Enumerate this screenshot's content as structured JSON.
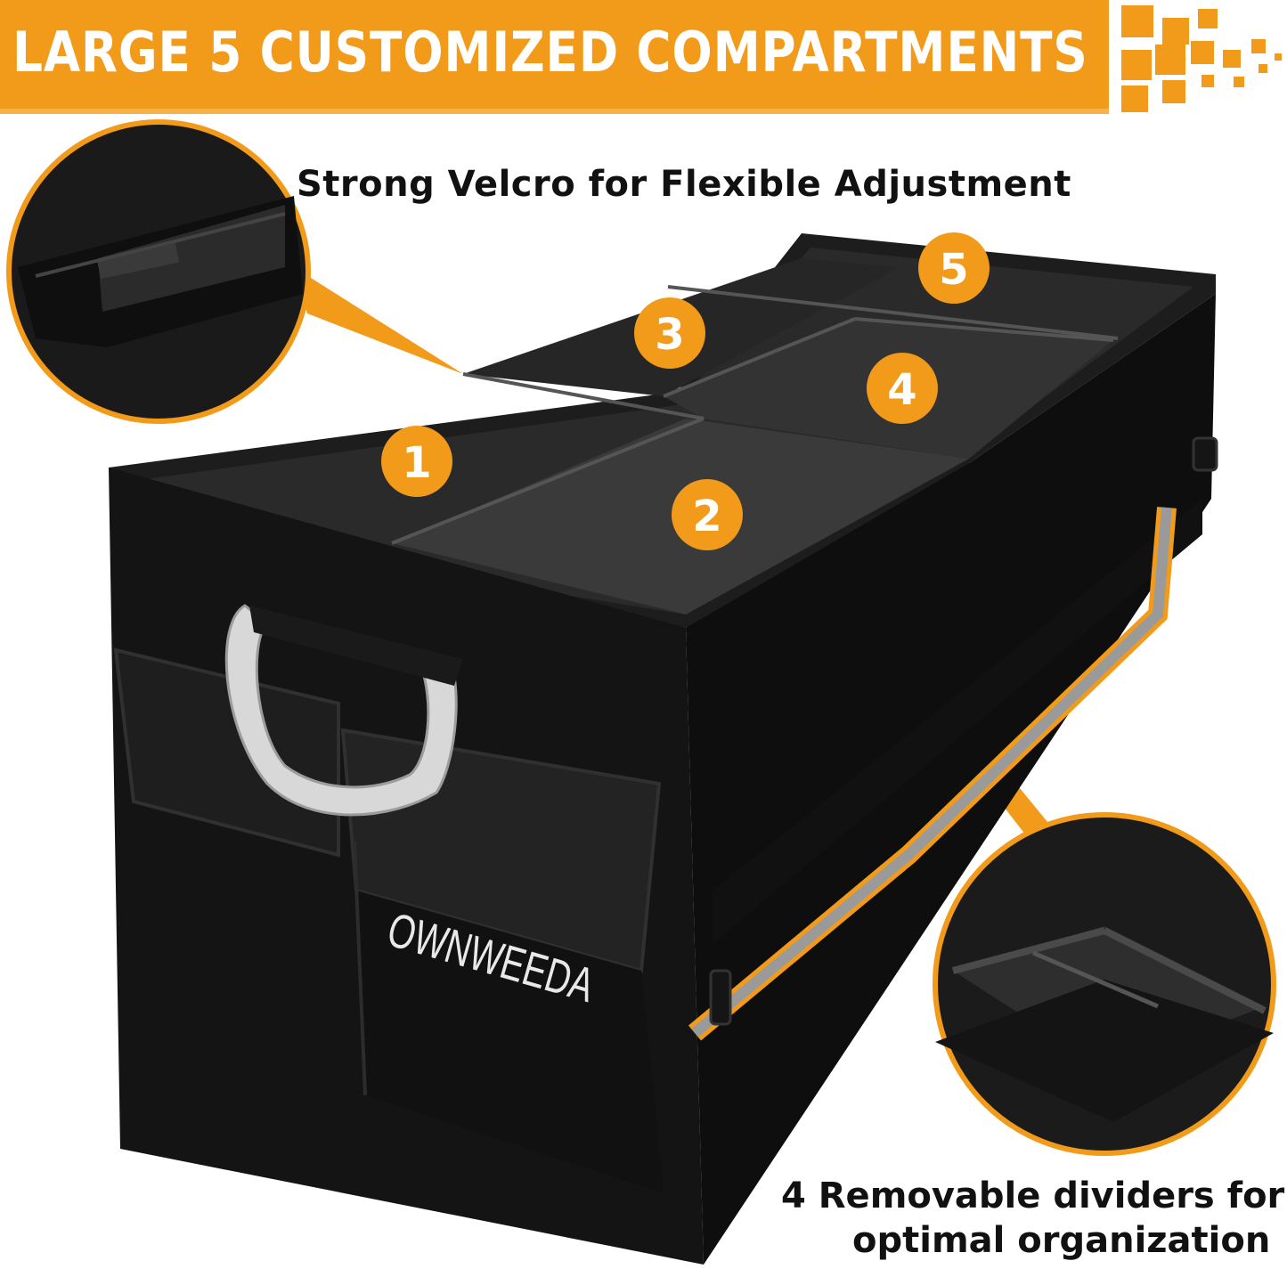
{
  "banner": {
    "title": "LARGE 5 CUSTOMIZED COMPARTMENTS"
  },
  "captions": {
    "velcro": "Strong Velcro for Flexible Adjustment",
    "dividers_line1": "4 Removable dividers for",
    "dividers_line2": "optimal organization"
  },
  "compartment_badges": [
    "1",
    "2",
    "3",
    "4",
    "5"
  ],
  "product": {
    "brand": "OWNWEEDA"
  },
  "colors": {
    "accent_orange": "#f29a1a",
    "organizer_black": "#141414",
    "reflective_strip": "#9a9a9a",
    "handle_silver": "#d8d8d8"
  }
}
